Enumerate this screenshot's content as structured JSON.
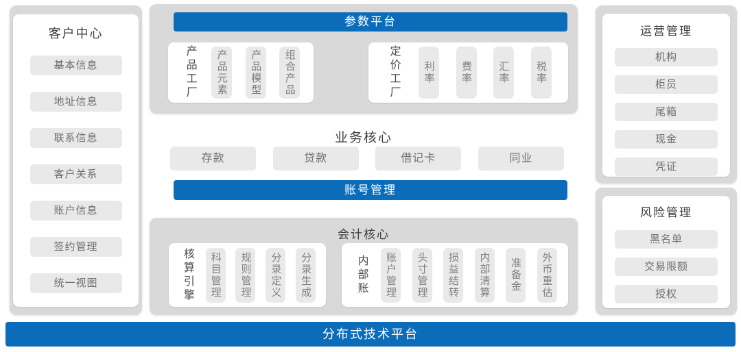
{
  "colors": {
    "blue": "#0b6db9",
    "container_gray": "#d9d9d9",
    "pill_gray": "#e9e9e9",
    "title_text": "#3d3d3d",
    "pill_text": "#6e6e6e"
  },
  "left_panel": {
    "title": "客户中心",
    "items": [
      "基本信息",
      "地址信息",
      "联系信息",
      "客户关系",
      "账户信息",
      "签约管理",
      "统一视图"
    ]
  },
  "center": {
    "param_platform": {
      "title": "参数平台",
      "groups": [
        {
          "label": "产品工厂",
          "items": [
            "产品元素",
            "产品模型",
            "组合产品"
          ]
        },
        {
          "label": "定价工厂",
          "items": [
            "利率",
            "费率",
            "汇率",
            "税率"
          ]
        }
      ]
    },
    "business_core": {
      "title": "业务核心",
      "items": [
        "存款",
        "贷款",
        "借记卡",
        "同业"
      ]
    },
    "account_bar": {
      "title": "账号管理"
    },
    "accounting_core": {
      "title": "会计核心",
      "groups": [
        {
          "label": "核算引擎",
          "items": [
            "科目管理",
            "规则管理",
            "分录定义",
            "分录生成"
          ]
        },
        {
          "label": "内部账",
          "items": [
            "账户管理",
            "头寸管理",
            "损益结转",
            "内部清算",
            "准备金",
            "外币重估"
          ]
        }
      ]
    }
  },
  "right_panels": [
    {
      "title": "运营管理",
      "items": [
        "机构",
        "柜员",
        "尾箱",
        "现金",
        "凭证"
      ]
    },
    {
      "title": "风险管理",
      "items": [
        "黑名单",
        "交易限额",
        "授权"
      ]
    }
  ],
  "footer": {
    "title": "分布式技术平台"
  }
}
